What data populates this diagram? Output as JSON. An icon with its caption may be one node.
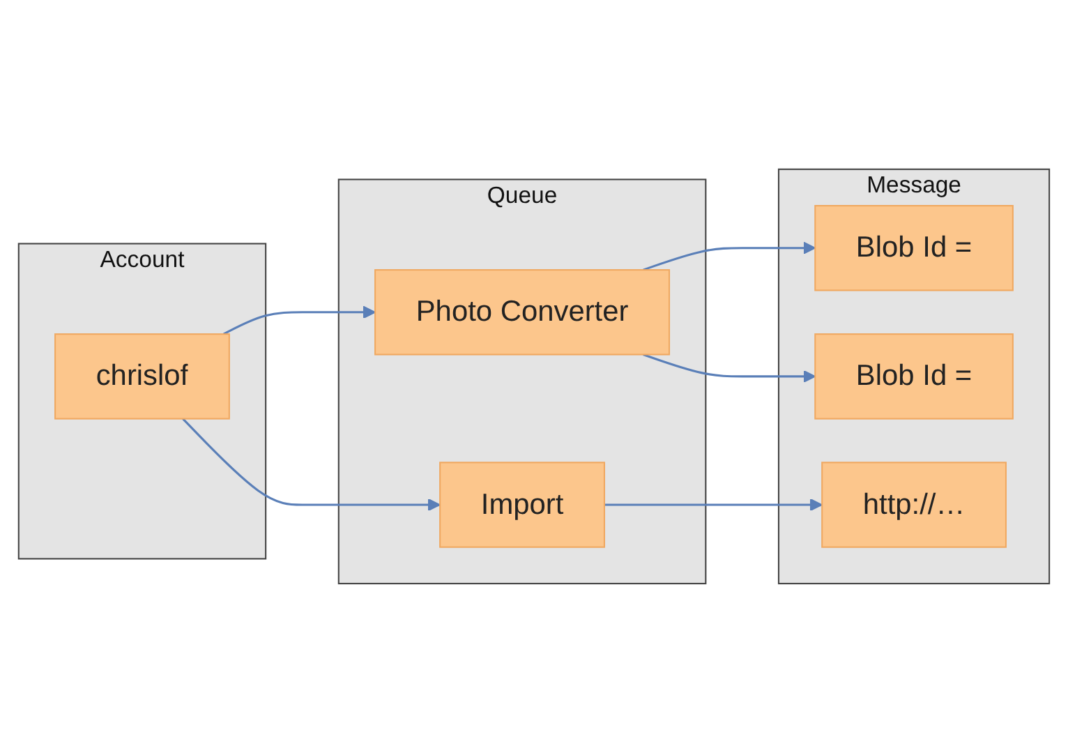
{
  "diagram": {
    "nodes": [
      {
        "text": [
          "Account"
        ]
      },
      {
        "text": [
          "chrislof"
        ],
        "in": 0
      },
      {
        "text": [
          "Queue"
        ]
      },
      {
        "text": [
          "Photo Converter"
        ],
        "in": 2
      },
      {
        "text": [
          "Import"
        ],
        "in": 2
      },
      {
        "text": [
          "Message"
        ]
      },
      {
        "text": [
          "Blob Id ="
        ],
        "in": 5
      },
      {
        "text": [
          "Blob Id ="
        ],
        "in": 5
      },
      {
        "text": [
          "http://…"
        ],
        "in": 5
      }
    ],
    "edges": [
      {
        "from": 1,
        "to": 3,
        "arrow": "to"
      },
      {
        "from": 1,
        "to": 4,
        "arrow": "to"
      },
      {
        "from": 3,
        "to": 6,
        "arrow": "to"
      },
      {
        "from": 3,
        "to": 7,
        "arrow": "to"
      },
      {
        "from": 4,
        "to": 8,
        "arrow": "to"
      }
    ]
  }
}
